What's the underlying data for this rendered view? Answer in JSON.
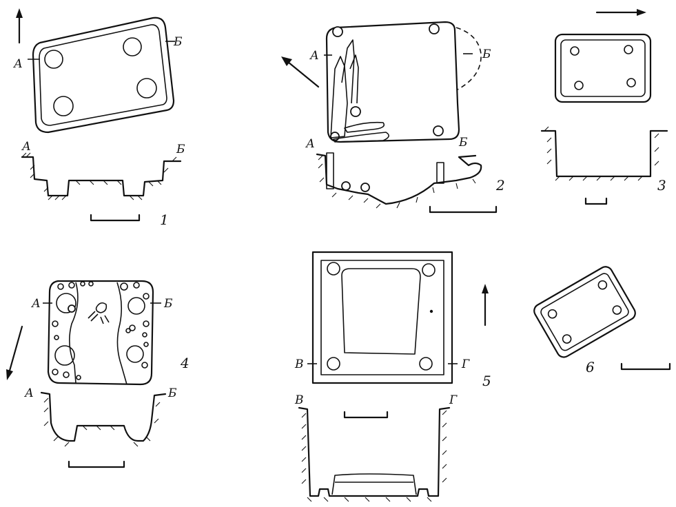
{
  "figures": [
    {
      "number": "1",
      "labels": {
        "left": "А",
        "right": "Б"
      }
    },
    {
      "number": "2",
      "labels": {
        "left": "А",
        "right": "Б"
      }
    },
    {
      "number": "3",
      "labels": {}
    },
    {
      "number": "4",
      "labels": {
        "left": "А",
        "right": "Б"
      }
    },
    {
      "number": "5",
      "labels": {
        "left": "В",
        "right": "Г"
      }
    },
    {
      "number": "6",
      "labels": {}
    }
  ],
  "colors": {
    "ink": "#111111",
    "paper": "#ffffff"
  }
}
